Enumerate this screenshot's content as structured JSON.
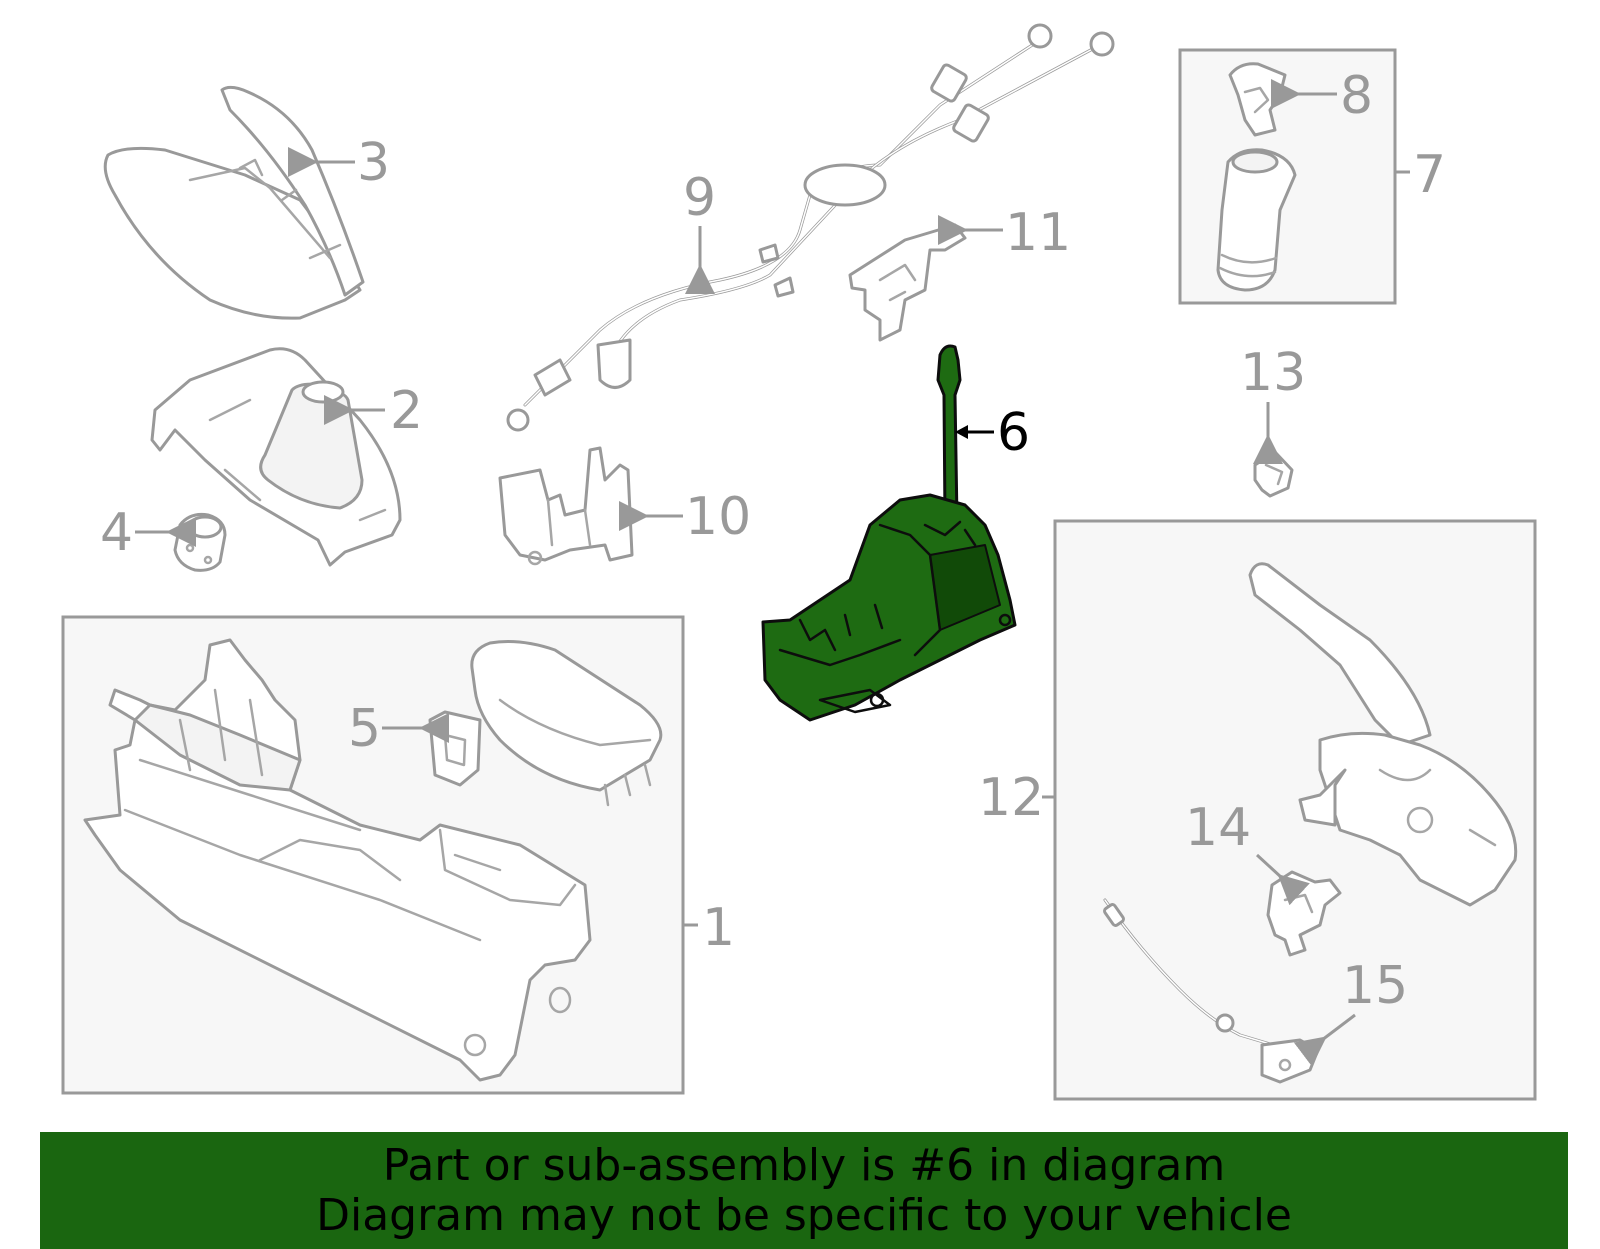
{
  "diagram": {
    "highlight_color": "#1e6b12",
    "callouts": {
      "part_1": "1",
      "part_2": "2",
      "part_3": "3",
      "part_4": "4",
      "part_5": "5",
      "part_6": "6",
      "part_7": "7",
      "part_8": "8",
      "part_9": "9",
      "part_10": "10",
      "part_11": "11",
      "part_12": "12",
      "part_13": "13",
      "part_14": "14",
      "part_15": "15"
    },
    "highlighted_part": "6"
  },
  "banner": {
    "background": "#1a6610",
    "line1": "Part or sub-assembly is #6 in diagram",
    "line2": "Diagram may not be specific to your vehicle"
  }
}
